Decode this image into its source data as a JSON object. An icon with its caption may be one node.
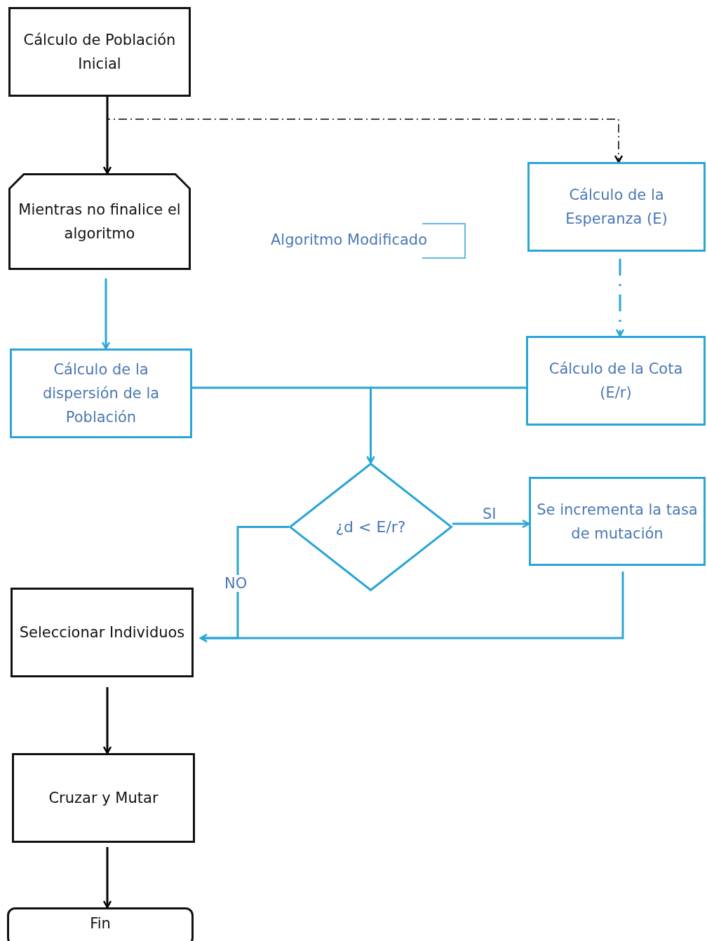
{
  "diagram": {
    "nodes": [
      {
        "text": [
          "Cálculo de Población Inicial"
        ]
      },
      {
        "text": [
          "Mientras no finalice el algoritmo"
        ]
      },
      {
        "text": [
          "Cálculo de la dispersión de la Población"
        ]
      },
      {
        "text": [
          "Cálculo de la Esperanza (E)"
        ]
      },
      {
        "text": [
          "Cálculo de la Cota (E/r)"
        ]
      },
      {
        "text": [
          "¿d < E/r?"
        ]
      },
      {
        "text": [
          "Se incrementa la tasa de mutación"
        ]
      },
      {
        "text": [
          "Seleccionar Individuos"
        ]
      },
      {
        "text": [
          "Cruzar y Mutar"
        ]
      },
      {
        "text": [
          "Fin"
        ]
      }
    ],
    "edges": [
      {
        "from": 0,
        "to": 1,
        "arrow": "to",
        "color": "#000000"
      },
      {
        "from": 0,
        "to": 3,
        "arrow": "to",
        "style": "dashed",
        "color": "#000000"
      },
      {
        "from": 1,
        "to": 2,
        "arrow": "to"
      },
      {
        "from": 3,
        "to": 4,
        "arrow": "to",
        "style": "dashed"
      },
      {
        "from": 2,
        "to": 5,
        "arrow": "to"
      },
      {
        "from": 4,
        "to": 5,
        "arrow": "to"
      },
      {
        "from": 5,
        "to": 6,
        "arrow": "to",
        "label": "SI"
      },
      {
        "from": 5,
        "to": 7,
        "arrow": "to",
        "label": "NO"
      },
      {
        "from": 6,
        "to": 7,
        "arrow": "to"
      },
      {
        "from": 7,
        "to": 8,
        "arrow": "to",
        "color": "#000000"
      },
      {
        "from": 8,
        "to": 9,
        "arrow": "to",
        "color": "#000000"
      }
    ],
    "labels": [
      "Algoritmo Modificado"
    ]
  }
}
